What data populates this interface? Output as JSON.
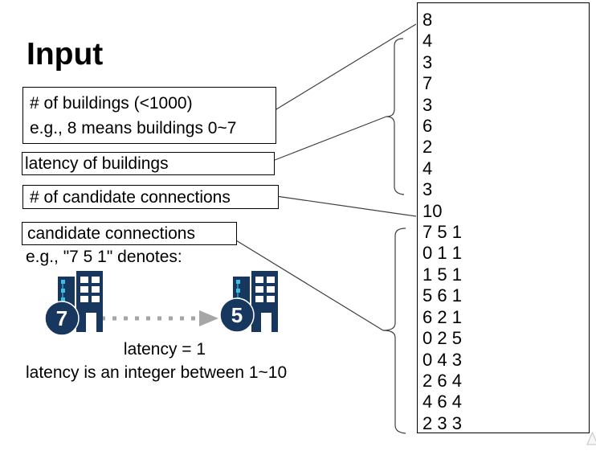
{
  "slide": {
    "title": "Input"
  },
  "labels": {
    "box1_line1": "# of buildings (<1000)",
    "box1_line2": "e.g., 8 means buildings 0~7",
    "box2": "latency of buildings",
    "box3": "# of candidate connections",
    "box4": "candidate connections",
    "example_intro": "e.g., \"7 5 1\" denotes:",
    "arrow_label": "latency = 1",
    "note": "latency is an integer between 1~10"
  },
  "example": {
    "from_building": "7",
    "to_building": "5"
  },
  "panel": {
    "rows": [
      "8",
      "4",
      "3",
      "7",
      "3",
      "6",
      "2",
      "4",
      "3",
      "10",
      "7 5 1",
      "0 1 1",
      "1 5 1",
      "5 6 1",
      "6 2 1",
      "0 2 5",
      "0 4 3",
      "2 6 4",
      "4 6 4",
      "2 3 3"
    ]
  },
  "colors": {
    "building_navy": "#17375E",
    "window_cyan": "#3FBEE5",
    "arrow_gray": "#A6A6A6",
    "connector": "#3F3F3F"
  }
}
